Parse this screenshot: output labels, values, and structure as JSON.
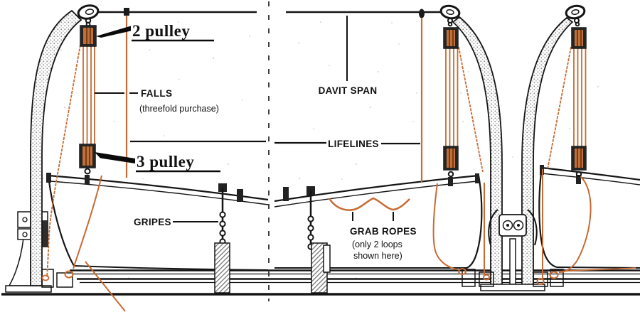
{
  "title": "Lifeboat davit rigging diagram",
  "colors": {
    "rope": "#c76a33",
    "ink": "#151515",
    "paper": "#ffffff"
  },
  "labels": {
    "two_pulley": "2 pulley",
    "three_pulley": "3 pulley",
    "falls": "FALLS",
    "falls_sub": "(threefold purchase)",
    "davit_span": "DAVIT SPAN",
    "lifelines": "LIFELINES",
    "gripes": "GRIPES",
    "grab_ropes": "GRAB ROPES",
    "grab_ropes_sub1": "(only 2 loops",
    "grab_ropes_sub2": "shown here)"
  }
}
